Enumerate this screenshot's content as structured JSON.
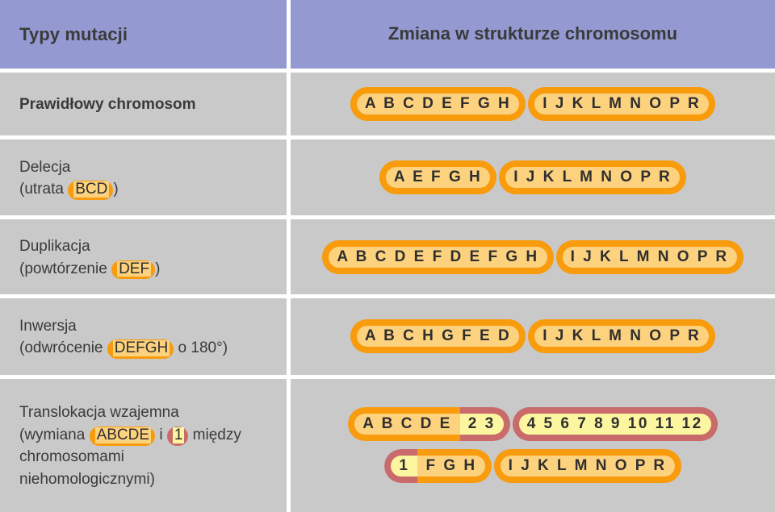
{
  "header": {
    "left_title": "Typy mutacji",
    "right_title": "Zmiana w strukturze chromosomu",
    "bg_color": "#949AD1"
  },
  "colors": {
    "cell_bg": "#C9C9C9",
    "page_bg": "#FFFFFF",
    "chrom_border_orange": "#F89B0C",
    "chrom_fill_orange": "#FDD27E",
    "chrom_border_crimson": "#C96B6B",
    "chrom_fill_crimson": "#FDF6A0",
    "text": "#3A3A3A"
  },
  "rows": [
    {
      "id": "prawidlowy",
      "label": {
        "line1": "Prawidłowy chromosom",
        "bold": true
      },
      "chromosomes": [
        {
          "arms": [
            {
              "text": "A B C D E F G H",
              "color": "orange"
            },
            {
              "text": "I J K L M N O P R",
              "color": "orange"
            }
          ]
        }
      ]
    },
    {
      "id": "delecja",
      "label": {
        "line1": "Delecja",
        "line2_pre": "(utrata ",
        "line2_hl": "BCD",
        "line2_hl_color": "orange",
        "line2_post": ")"
      },
      "chromosomes": [
        {
          "arms": [
            {
              "text": "A E F G H",
              "color": "orange"
            },
            {
              "text": "I J K L M N O P R",
              "color": "orange"
            }
          ]
        }
      ]
    },
    {
      "id": "duplikacja",
      "label": {
        "line1": "Duplikacja",
        "line2_pre": "(powtórzenie ",
        "line2_hl": "DEF",
        "line2_hl_color": "orange",
        "line2_post": ")"
      },
      "chromosomes": [
        {
          "arms": [
            {
              "text": "A B C D E F D E F G H",
              "color": "orange"
            },
            {
              "text": "I J K L M N O P R",
              "color": "orange"
            }
          ]
        }
      ]
    },
    {
      "id": "inwersja",
      "label": {
        "line1": "Inwersja",
        "line2_pre": "(odwrócenie ",
        "line2_hl": "DEFGH",
        "line2_hl_color": "orange",
        "line2_post": " o 180°)"
      },
      "chromosomes": [
        {
          "arms": [
            {
              "text": "A B C H G F E D",
              "color": "orange"
            },
            {
              "text": "I J K L M N O P R",
              "color": "orange"
            }
          ]
        }
      ]
    },
    {
      "id": "translokacja",
      "label": {
        "line1": "Translokacja wzajemna",
        "line2_pre": "(wymiana ",
        "line2_hl": "ABCDE",
        "line2_hl_color": "orange",
        "line2_mid": " i ",
        "line2_hl2": "1",
        "line2_hl2_color": "crimson",
        "line2_post": " między",
        "line3": "chromosomami",
        "line4": "niehomologicznymi)"
      },
      "chromosomes": [
        {
          "arms": [
            {
              "text": "A B C D E",
              "color": "orange"
            },
            {
              "text": "2 3",
              "color": "crimson"
            },
            {
              "text": "4 5 6 7 8 9 10 11 12",
              "color": "crimson",
              "new_arm": true
            }
          ]
        },
        {
          "arms": [
            {
              "text": "1",
              "color": "crimson"
            },
            {
              "text": "F G H",
              "color": "orange"
            },
            {
              "text": "I J K  L M N O P R",
              "color": "orange",
              "new_arm": true
            }
          ]
        }
      ]
    }
  ]
}
